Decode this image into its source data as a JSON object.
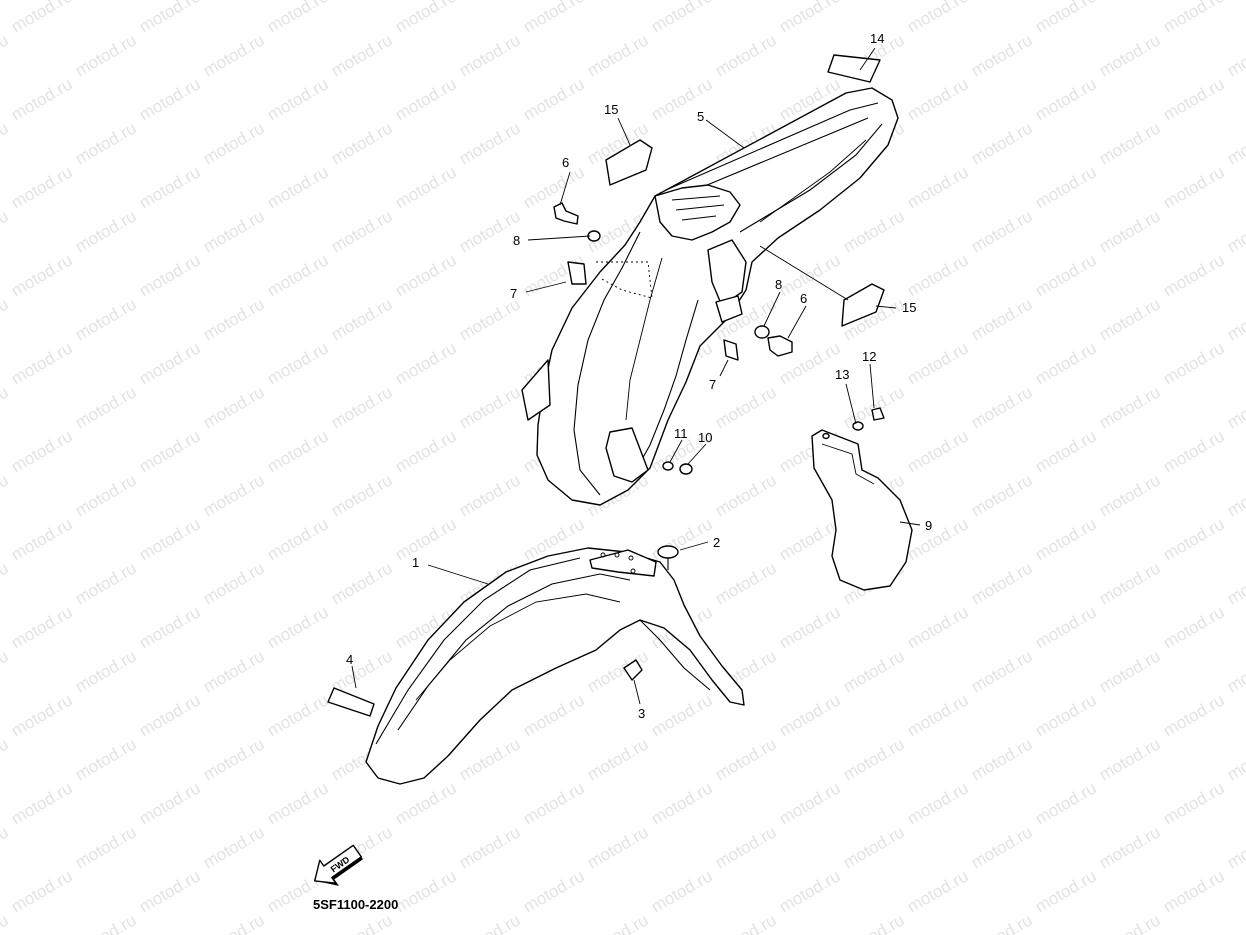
{
  "watermark": "motod.ru",
  "diagram_code": "5SF1100-2200",
  "fwd_label": "FWD",
  "callouts": {
    "c1": "1",
    "c2": "2",
    "c3": "3",
    "c4": "4",
    "c5": "5",
    "c6a": "6",
    "c6b": "6",
    "c7a": "7",
    "c7b": "7",
    "c8a": "8",
    "c8b": "8",
    "c9": "9",
    "c10": "10",
    "c11": "11",
    "c12": "12",
    "c13": "13",
    "c14": "14",
    "c15a": "15",
    "c15b": "15"
  }
}
